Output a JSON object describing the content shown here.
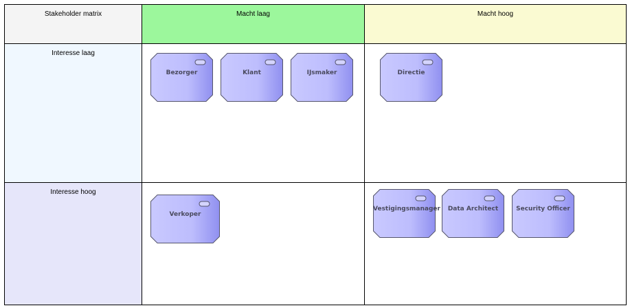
{
  "matrix": {
    "corner_label": "Stakeholder matrix",
    "columns": [
      "Macht laag",
      "Macht hoog"
    ],
    "rows": [
      "Interesse laag",
      "Interesse hoog"
    ]
  },
  "colors": {
    "corner": "#f4f4f4",
    "power_low": "#9cf79c",
    "power_high": "#fafad2",
    "interest_low": "#f0f8ff",
    "interest_high": "#e6e6fa",
    "actor_fill_light": "#c8c8ff",
    "actor_fill_dark": "#9a9af5",
    "actor_stroke": "#55556b"
  },
  "stakeholders": {
    "low_interest_low_power": [
      "Bezorger",
      "Klant",
      "IJsmaker"
    ],
    "low_interest_high_power": [
      "Directie"
    ],
    "high_interest_low_power": [
      "Verkoper"
    ],
    "high_interest_high_power": [
      "Vestigingsmanager",
      "Data Architect",
      "Security Officer"
    ]
  }
}
